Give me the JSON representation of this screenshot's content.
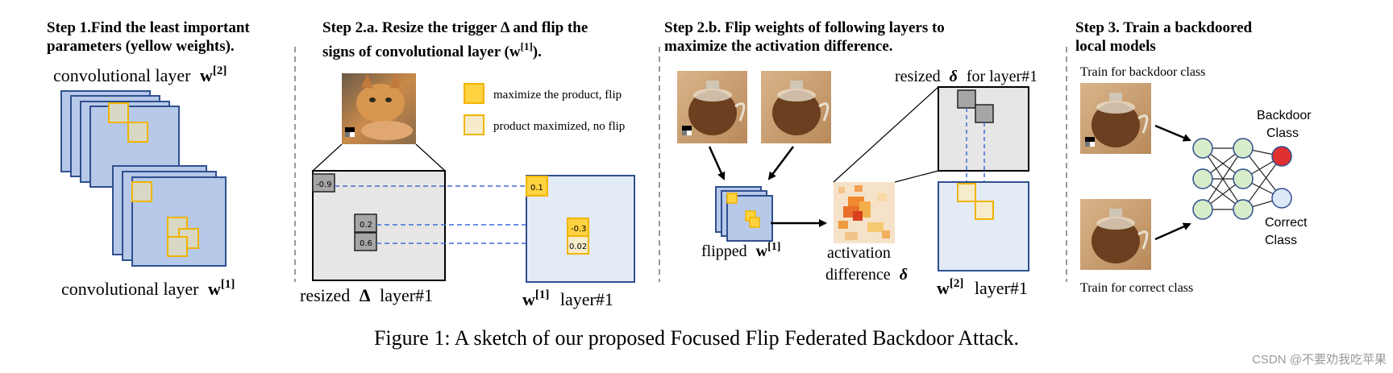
{
  "step1": {
    "title_line1": "Step 1.Find the least important",
    "title_line2": "parameters (yellow weights).",
    "layer2_label": "convolutional layer",
    "layer2_weight": "w",
    "layer2_sup": "[2]",
    "layer1_label": "convolutional layer",
    "layer1_weight": "w",
    "layer1_sup": "[1]"
  },
  "step2a": {
    "title_line1": "Step 2.a. Resize the trigger Δ and flip the",
    "title_line2": "signs of convolutional layer (",
    "title_line2_weight": "w",
    "title_line2_sup": "[1]",
    "title_line2_end": ").",
    "legend_flip": "maximize the product, flip",
    "legend_noflip": "product maximized, no flip",
    "trigger_values": [
      "-0.9",
      "0.2",
      "0.6"
    ],
    "weight_values": [
      "0.1",
      "-0.3",
      "0.02"
    ],
    "resized_label_pre": "resized",
    "resized_label_delta": "Δ",
    "resized_label_post": "layer#1",
    "weight_label_weight": "w",
    "weight_label_sup": "[1]",
    "weight_label_post": "layer#1"
  },
  "step2b": {
    "title_line1": "Step 2.b. Flip weights of following layers to",
    "title_line2": "maximize the activation difference.",
    "resized_delta_pre": "resized",
    "resized_delta_sym": "δ",
    "resized_delta_post": "for layer#1",
    "flipped_label": "flipped",
    "flipped_weight": "w",
    "flipped_sup": "[1]",
    "activation_line1": "activation",
    "activation_line2": "difference",
    "activation_sym": "δ",
    "w2_weight": "w",
    "w2_sup": "[2]",
    "w2_post": "layer#1"
  },
  "step3": {
    "title_line1": "Step 3. Train a backdoored",
    "title_line2": "local models",
    "train_backdoor": "Train for backdoor class",
    "train_correct": "Train for correct class",
    "backdoor_class_line1": "Backdoor",
    "backdoor_class_line2": "Class",
    "correct_class_line1": "Correct",
    "correct_class_line2": "Class"
  },
  "caption": "Figure 1: A sketch of our proposed Focused Flip Federated Backdoor Attack.",
  "watermark": "CSDN @不要劝我吃苹果",
  "colors": {
    "layer_fill": "#b7c9e8",
    "layer_stroke": "#2f4f8f",
    "yellow": "#ffd23f",
    "yellow_stroke": "#f0b400",
    "pale_yellow": "#f6eccc",
    "gray_box": "#e6e6e6",
    "node_fill": "#d7ecc9",
    "backdoor_node": "#e03030",
    "correct_node": "#dde8f6",
    "dash_line": "#3b6fd6"
  }
}
